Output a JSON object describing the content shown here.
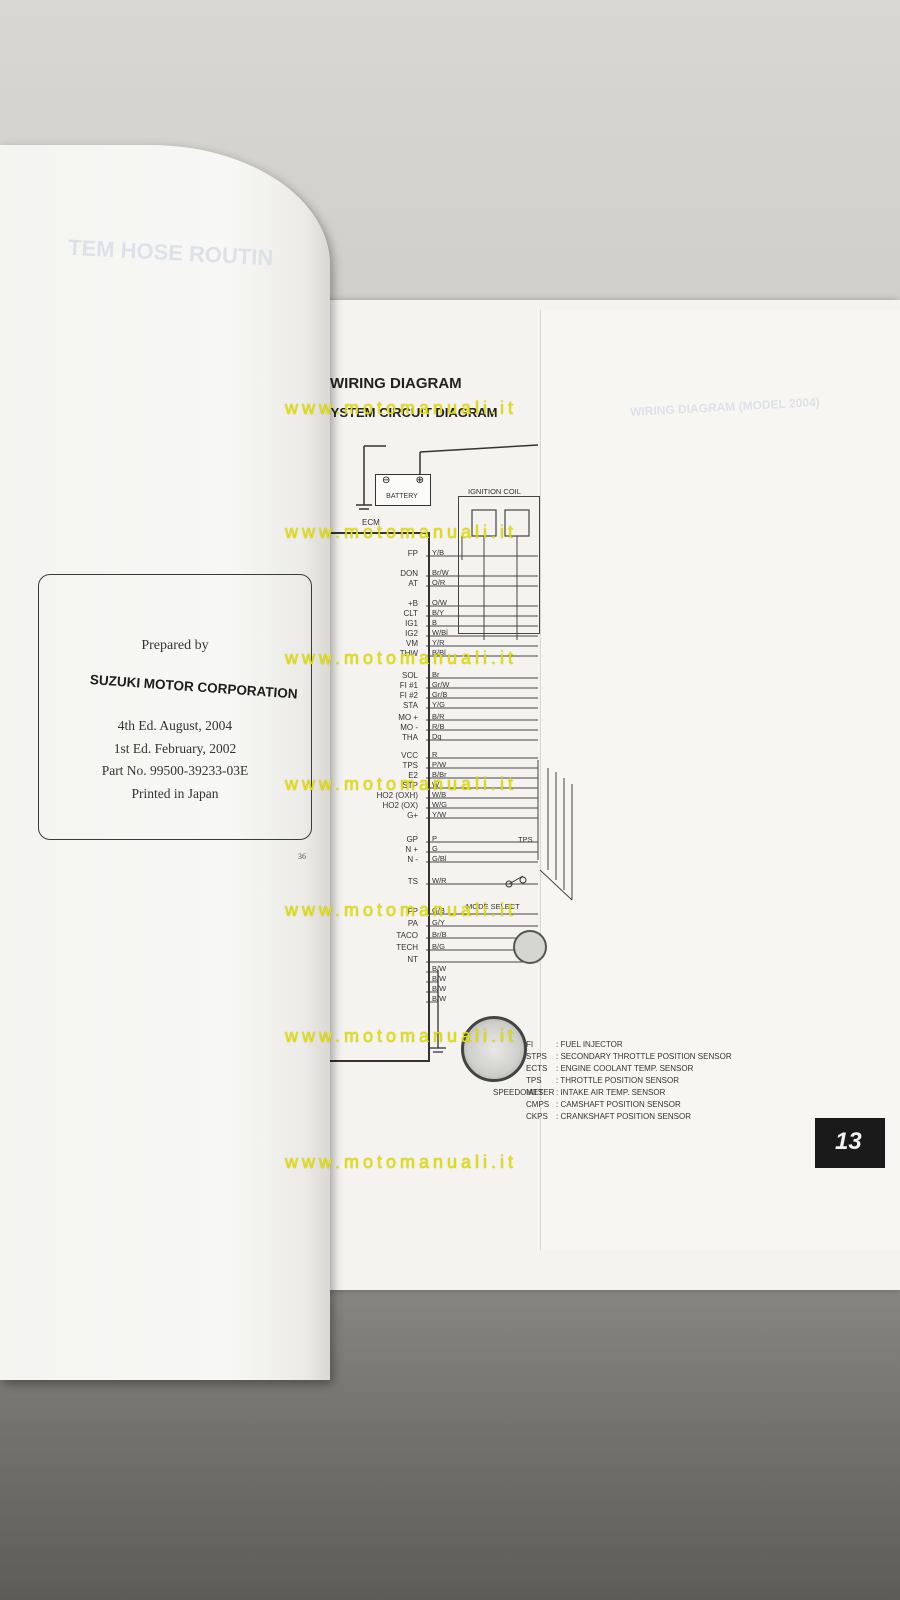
{
  "left_page": {
    "prepared_by": "Prepared by",
    "corporation": "SUZUKI MOTOR CORPORATION",
    "editions": [
      "4th Ed. August, 2004",
      "1st Ed. February, 2002",
      "Part No. 99500-39233-03E",
      "Printed in Japan"
    ],
    "small_page_num": "36",
    "ghost_heading": "TEM HOSE ROUTIN"
  },
  "right_page": {
    "title": "WIRING DIAGRAM",
    "subtitle": "SYSTEM CIRCUIT DIAGRAM",
    "battery_label": "BATTERY",
    "ignition_coil_label": "IGNITION COIL",
    "ecm_label": "ECM",
    "ghost_heading": "WIRING DIAGRAM (MODEL 2004)",
    "terminals": [
      {
        "name": "FP",
        "wire": "Y/B"
      },
      {
        "name": "DON",
        "wire": "Br/W"
      },
      {
        "name": "AT",
        "wire": "O/R"
      },
      {
        "name": "+B",
        "wire": "O/W"
      },
      {
        "name": "CLT",
        "wire": "B/Y"
      },
      {
        "name": "IG1",
        "wire": "B"
      },
      {
        "name": "IG2",
        "wire": "W/Bl"
      },
      {
        "name": "VM",
        "wire": "Y/R"
      },
      {
        "name": "THW",
        "wire": "B/Bl"
      },
      {
        "name": "SOL",
        "wire": "Br"
      },
      {
        "name": "FI #1",
        "wire": "Gr/W"
      },
      {
        "name": "FI #2",
        "wire": "Gr/B"
      },
      {
        "name": "STA",
        "wire": "Y/G"
      },
      {
        "name": "MO +",
        "wire": "B/R"
      },
      {
        "name": "MO -",
        "wire": "R/B"
      },
      {
        "name": "THA",
        "wire": "Dg"
      },
      {
        "name": "VCC",
        "wire": "R"
      },
      {
        "name": "TPS",
        "wire": "P/W"
      },
      {
        "name": "E2",
        "wire": "B/Br"
      },
      {
        "name": "STP",
        "wire": "W"
      },
      {
        "name": "HO2 (OXH)",
        "wire": "W/B"
      },
      {
        "name": "HO2 (OX)",
        "wire": "W/G"
      },
      {
        "name": "G+",
        "wire": "Y/W"
      },
      {
        "name": "GP",
        "wire": "P"
      },
      {
        "name": "N +",
        "wire": "G"
      },
      {
        "name": "N -",
        "wire": "G/Bl"
      },
      {
        "name": "TS",
        "wire": "W/R"
      },
      {
        "name": "FP",
        "wire": "G/B"
      },
      {
        "name": "PA",
        "wire": "G/Y"
      },
      {
        "name": "TACO",
        "wire": "Br/B"
      },
      {
        "name": "TECH",
        "wire": "B/G"
      },
      {
        "name": "NT",
        "wire": ""
      },
      {
        "name": "",
        "wire": "B/W"
      },
      {
        "name": "",
        "wire": "B/W"
      },
      {
        "name": "",
        "wire": "B/W"
      },
      {
        "name": "",
        "wire": "B/W"
      }
    ],
    "diagram_labels": {
      "tps": "TPS",
      "mode_select": "MODE SELECT",
      "speedometer": "SPEEDOMETER"
    },
    "legend": [
      {
        "abbr": "FI",
        "desc": ": FUEL INJECTOR"
      },
      {
        "abbr": "STPS",
        "desc": ": SECONDARY THROTTLE POSITION SENSOR"
      },
      {
        "abbr": "ECTS",
        "desc": ": ENGINE COOLANT TEMP. SENSOR"
      },
      {
        "abbr": "TPS",
        "desc": ": THROTTLE POSITION SENSOR"
      },
      {
        "abbr": "IATS",
        "desc": ": INTAKE AIR TEMP. SENSOR"
      },
      {
        "abbr": "CMPS",
        "desc": ": CAMSHAFT POSITION SENSOR"
      },
      {
        "abbr": "CKPS",
        "desc": ": CRANKSHAFT POSITION SENSOR"
      }
    ],
    "page_number": "13"
  },
  "watermark": "www.motomanuali.it"
}
